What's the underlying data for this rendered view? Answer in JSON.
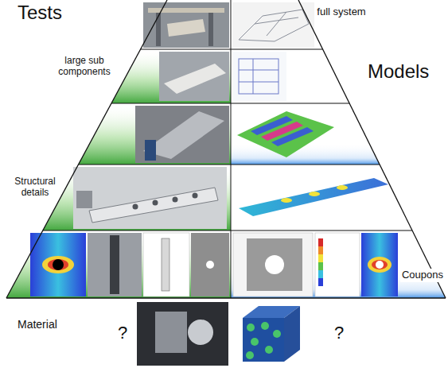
{
  "diagram": {
    "labels": [
      "Tests",
      "Models",
      "full system",
      "large sub components",
      "Structural details",
      "Coupons",
      "Material",
      "?",
      "?"
    ]
  }
}
